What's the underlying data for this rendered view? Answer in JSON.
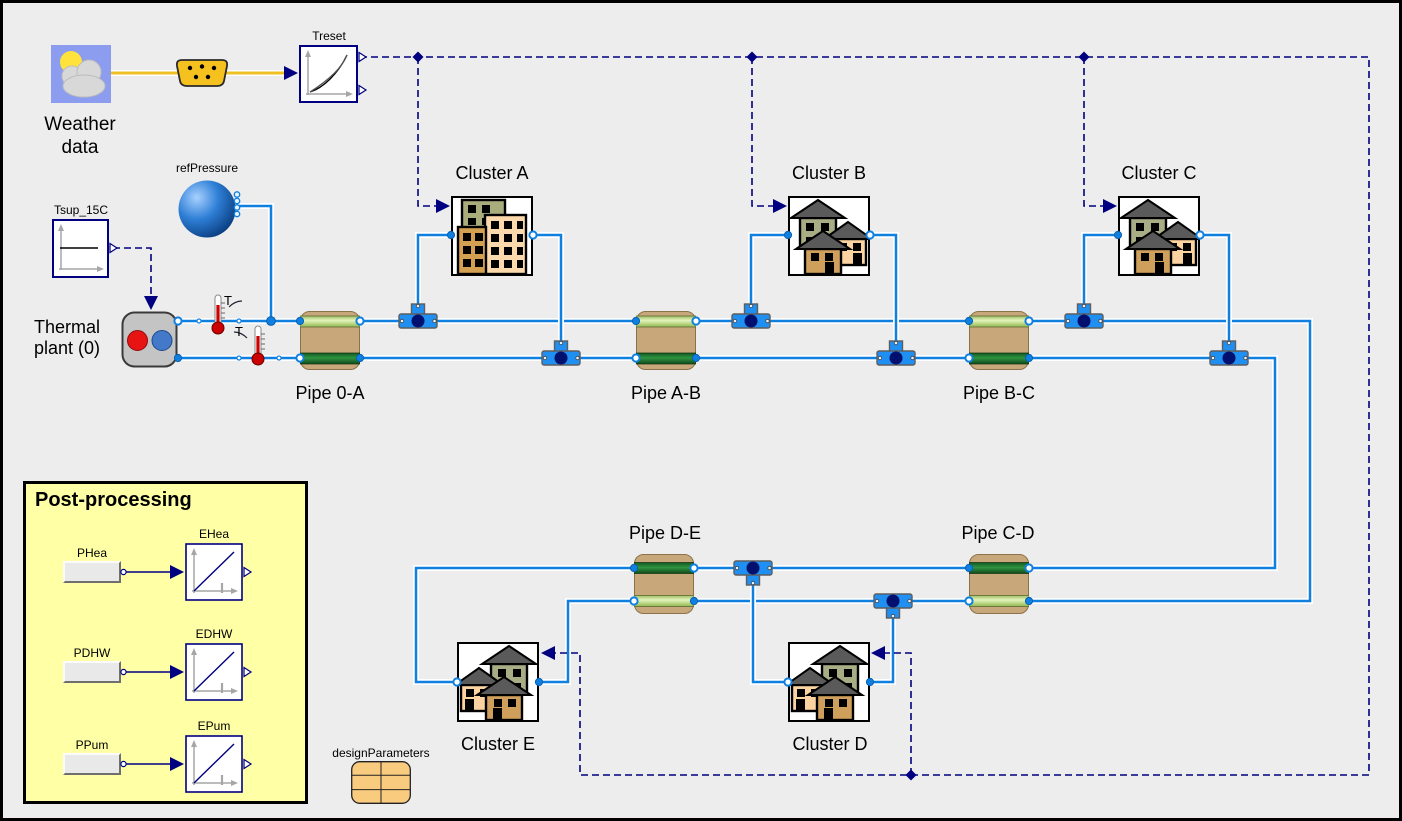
{
  "labels": {
    "weather": "Weather\ndata",
    "treset": "Treset",
    "tsup": "Tsup_15C",
    "ref_pressure": "refPressure",
    "plant": "Thermal\nplant (0)",
    "sensor_supply": "T",
    "sensor_return": "T",
    "design_parameters": "designParameters"
  },
  "clusters": [
    {
      "id": "A",
      "label": "Cluster A",
      "type": "apartments"
    },
    {
      "id": "B",
      "label": "Cluster B",
      "type": "houses"
    },
    {
      "id": "C",
      "label": "Cluster C",
      "type": "houses"
    },
    {
      "id": "D",
      "label": "Cluster D",
      "type": "houses-mirrored"
    },
    {
      "id": "E",
      "label": "Cluster E",
      "type": "houses-mirrored"
    }
  ],
  "pipes": [
    {
      "id": "0A",
      "label": "Pipe 0-A"
    },
    {
      "id": "AB",
      "label": "Pipe A-B"
    },
    {
      "id": "BC",
      "label": "Pipe B-C"
    },
    {
      "id": "DE",
      "label": "Pipe D-E"
    },
    {
      "id": "CD",
      "label": "Pipe C-D"
    }
  ],
  "post": {
    "title": "Post-processing",
    "rows": [
      {
        "source": "PHea",
        "integrator": "EHea"
      },
      {
        "source": "PDHW",
        "integrator": "EDHW"
      },
      {
        "source": "PPum",
        "integrator": "EPum"
      }
    ]
  },
  "colors": {
    "fluid_line": "#1080E0",
    "control_line": "#000080",
    "weather_line": "#F0C020",
    "pipe_body": "#C8A87A",
    "supply_band": "#CDE896",
    "return_band": "#1E7B32",
    "post_background": "#FFFFA6"
  }
}
